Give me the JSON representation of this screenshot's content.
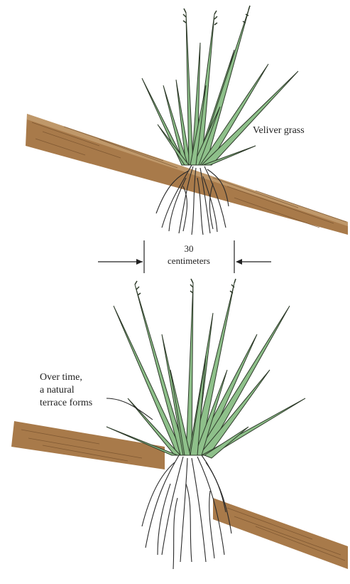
{
  "figure": {
    "colors": {
      "soil": "#a87a4a",
      "soil_dark": "#6e4a28",
      "grass_fill": "#8ec08a",
      "grass_stroke": "#2e3b2a",
      "roots": "#2a2a2a",
      "ink": "#222222"
    },
    "top_label": "Veliver grass",
    "dimension": {
      "value_text": "30",
      "unit_text": "centimeters"
    },
    "bottom_label": {
      "line1": "Over time,",
      "line2": "a natural",
      "line3": "terrace forms"
    }
  }
}
